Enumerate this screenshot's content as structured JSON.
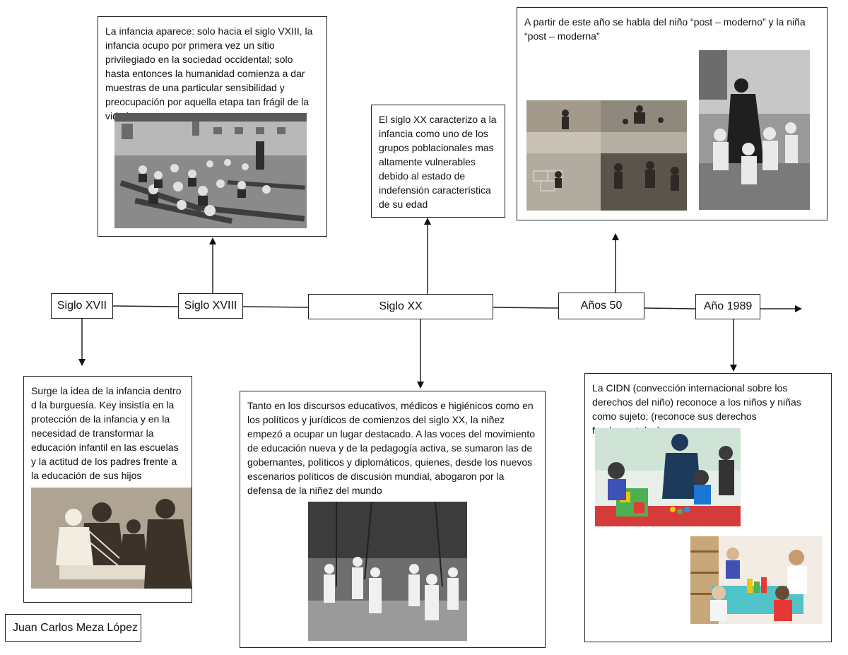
{
  "timeline": {
    "eras": {
      "siglo_xvii": "Siglo XVII",
      "siglo_xviii": "Siglo XVIII",
      "siglo_xx": "Siglo XX",
      "anos_50": "Años 50",
      "ano_1989": "Año 1989"
    }
  },
  "notes": {
    "siglo_xvii": "Surge la idea de la infancia dentro d la burguesía. Key insistía en la protección de la infancia y en la necesidad de transformar la educación infantil en las escuelas y la actitud de los padres frente a la educación de sus hijos",
    "siglo_xviii": "La infancia aparece: solo hacia el siglo VXIII, la infancia ocupo por primera vez un sitio privilegiado en la sociedad occidental; solo hasta entonces la humanidad comienza a dar muestras de una particular sensibilidad y preocupación por aquella etapa tan frágil de la vida humana",
    "siglo_xx_top": "El siglo XX caracterizo a la infancia como uno de los grupos poblacionales mas altamente vulnerables debido al estado de indefensión característica de su edad",
    "siglo_xx_bottom": "Tanto en los discursos educativos, médicos e higiénicos como en los políticos y jurídicos de comienzos del siglo XX, la niñez empezó a ocupar un lugar destacado. A las voces del movimiento de educación nueva y de la pedagogía activa, se sumaron las de gobernantes, políticos y diplomáticos, quienes, desde los nuevos escenarios políticos de discusión mundial, abogaron por la defensa de la niñez del mundo",
    "anos_50": "A partir de este año se habla del niño “post – moderno” y la niña “post – moderna”",
    "ano_1989": "La CIDN (convección internacional sobre los derechos del niño) reconoce a los niños y niñas como sujeto; (reconoce sus derechos fundamentales)"
  },
  "author": "Juan Carlos Meza López"
}
